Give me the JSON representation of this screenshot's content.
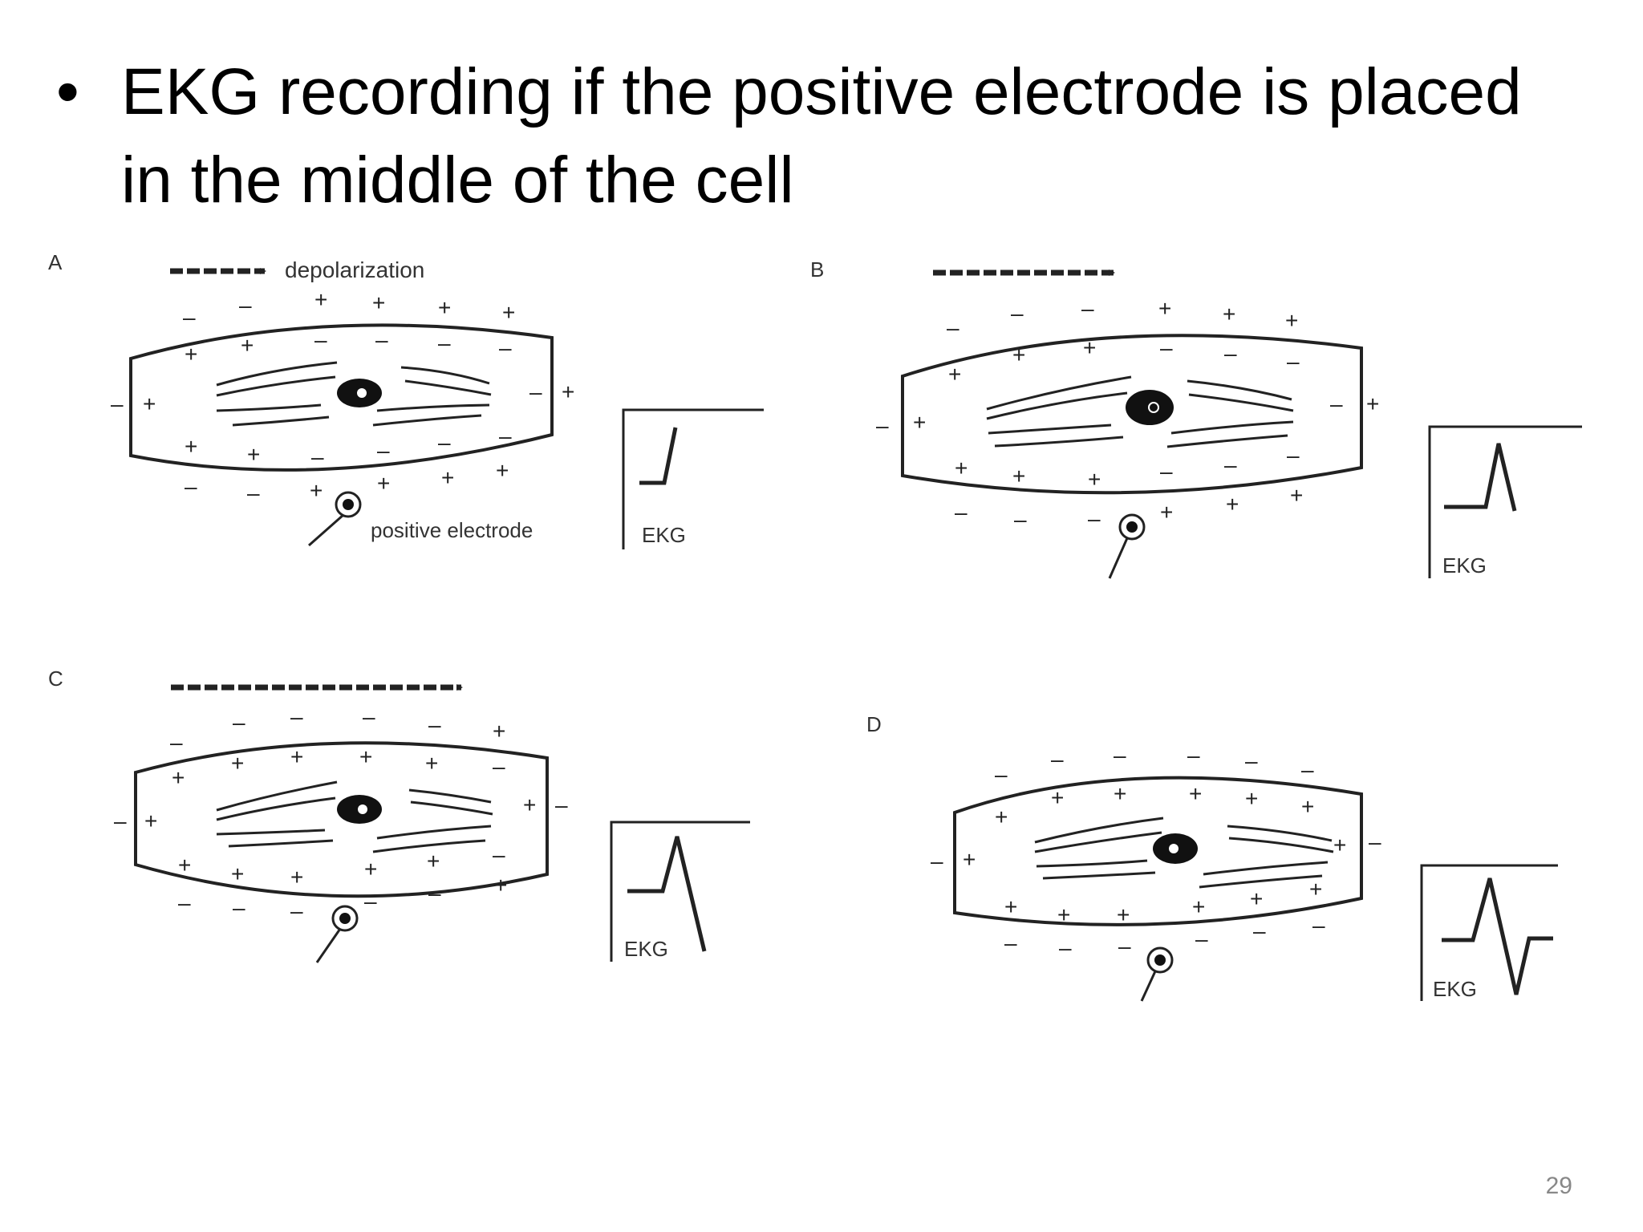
{
  "title": {
    "bullet": "•",
    "text": "EKG recording if the positive electrode is placed in the middle of the cell"
  },
  "panels": [
    {
      "letter": "A",
      "arrow_label": "depolarization",
      "electrode_label": "positive electrode",
      "ekg_label": "EKG",
      "ekg_trace": "initial upstroke"
    },
    {
      "letter": "B",
      "arrow_label": "",
      "electrode_label": "",
      "ekg_label": "EKG",
      "ekg_trace": "upright peak returning to baseline"
    },
    {
      "letter": "C",
      "arrow_label": "",
      "electrode_label": "",
      "ekg_label": "EKG",
      "ekg_trace": "upright peak descending below baseline"
    },
    {
      "letter": "D",
      "arrow_label": "",
      "electrode_label": "",
      "ekg_label": "EKG",
      "ekg_trace": "biphasic deflection"
    }
  ],
  "page_number": "29",
  "colors": {
    "ink": "#222222",
    "text": "#000000",
    "page_number": "#888888"
  }
}
